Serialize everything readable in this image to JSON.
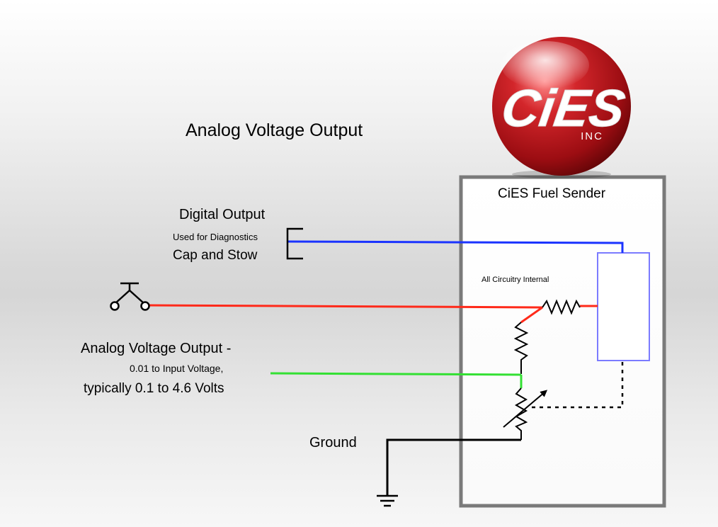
{
  "title": "Analog Voltage Output",
  "digital_output": {
    "title": "Digital Output",
    "subtitle": "Used for Diagnostics",
    "note": "Cap and Stow"
  },
  "analog_output": {
    "title": "Analog Voltage Output -",
    "range": "0.01 to Input Voltage,",
    "typical": "typically 0.1 to 4.6 Volts"
  },
  "ground": {
    "label": "Ground"
  },
  "sender": {
    "label": "CiES Fuel Sender",
    "internal_note": "All Circuitry Internal"
  },
  "logo": {
    "text": "CiES",
    "subtext": "INC"
  },
  "colors": {
    "digital_wire": "#1a33ff",
    "power_wire": "#ff2a1a",
    "analog_wire": "#33e033",
    "ground_wire": "#000000",
    "sender_box_border": "#7a7a7a",
    "sensor_block_border": "#7b7bff",
    "logo_red": "#c4161c"
  },
  "icons": [
    "switch-icon",
    "ground-symbol-icon",
    "resistor-icon",
    "variable-resistor-icon",
    "logo-sphere-icon"
  ]
}
